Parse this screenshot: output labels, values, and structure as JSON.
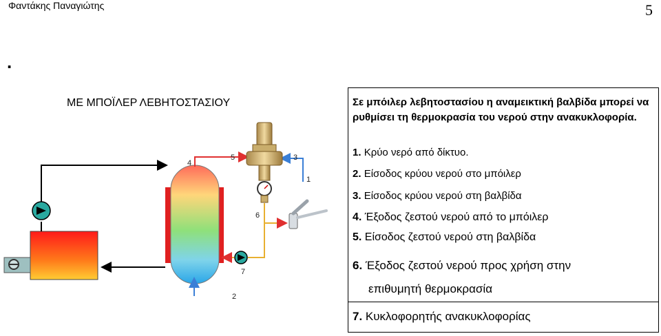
{
  "header": {
    "author": "Φαντάκης Παναγιώτης",
    "page_number": "5"
  },
  "dot": ".",
  "section_title": "ΜΕ ΜΠΟΪΛΕΡ ΛΕΒΗΤΟΣΤΑΣΙΟΥ",
  "panel": {
    "intro": "Σε μπόιλερ λεβητοστασίου η αναμεικτική βαλβίδα μπορεί να ρυθμίσει τη θερμοκρασία του νερού στην ανακυκλοφορία.",
    "legend": [
      {
        "num": "1.",
        "text": "Κρύο νερό από δίκτυο."
      },
      {
        "num": "2.",
        "text": "Είσοδος κρύου νερού στο μπόιλερ"
      },
      {
        "num": "3.",
        "text": "Είσοδος κρύου νερού στη βαλβίδα"
      },
      {
        "num": "4.",
        "text": "Έξοδος ζεστού νερού από το μπόιλερ"
      },
      {
        "num": "5.",
        "text": "Είσοδος ζεστού νερού στη βαλβίδα"
      },
      {
        "num": "6.",
        "text": "Έξοδος ζεστού νερού προς χρήση στην"
      },
      {
        "num": "7.",
        "text": "Κυκλοφορητής ανακυκλοφορίας"
      }
    ],
    "item6_continuation": "επιθυμητή θερμοκρασία"
  },
  "diagram_labels": [
    "1",
    "2",
    "3",
    "4",
    "5",
    "6",
    "7"
  ]
}
